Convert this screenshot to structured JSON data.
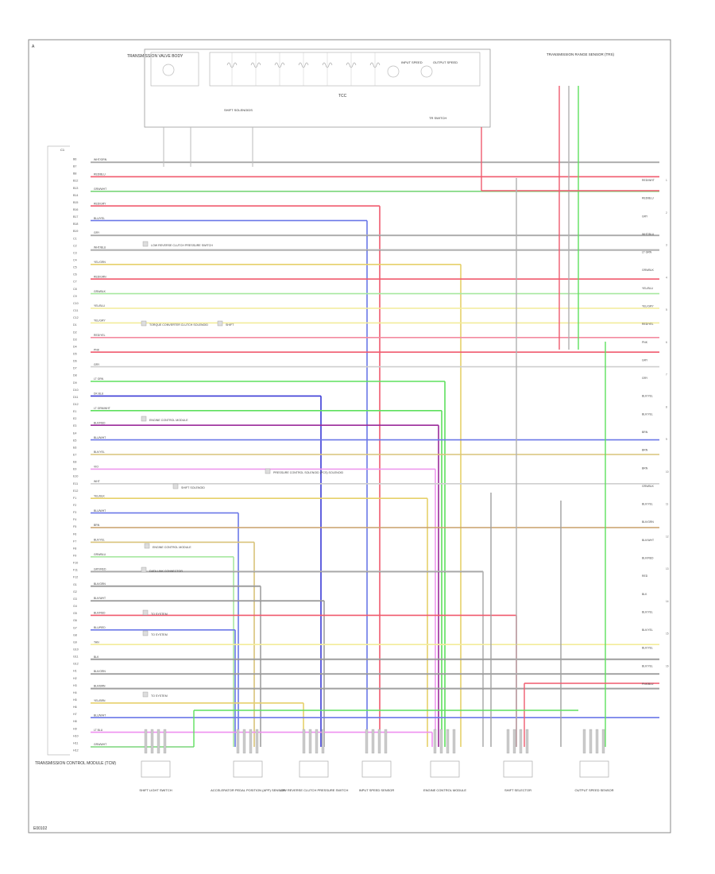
{
  "frame": {
    "id_label": "A"
  },
  "tcm_title": "TRANSMISSION CONTROL MODULE (TCM)",
  "tcm_harness_code": "C1",
  "tcm_left_pins": [
    "B6",
    "B7",
    "B8",
    "B12",
    "B13",
    "B14",
    "B15",
    "B16",
    "B17",
    "B18",
    "B19",
    "C1",
    "C2",
    "C3",
    "C4",
    "C5",
    "C6",
    "C7",
    "C8",
    "C9",
    "C10",
    "C11",
    "C12",
    "D1",
    "D2",
    "D3",
    "D4",
    "D5",
    "D6",
    "D7",
    "D8",
    "D9",
    "D10",
    "D11",
    "D12",
    "E1",
    "E2",
    "E3",
    "E4",
    "E5",
    "E6",
    "E7",
    "E8",
    "E9",
    "E10",
    "E11",
    "E12",
    "F1",
    "F2",
    "F3",
    "F4",
    "F5",
    "F6",
    "F7",
    "F8",
    "F9",
    "F10",
    "F11",
    "F12",
    "G1",
    "G2",
    "G3",
    "G4",
    "G5",
    "G6",
    "G7",
    "G8",
    "G9",
    "G10",
    "G11",
    "G12",
    "H1",
    "H2",
    "H3",
    "H4",
    "H5",
    "H6",
    "H7",
    "H8",
    "H9",
    "H10",
    "H11",
    "H12"
  ],
  "top_module": {
    "title": "TRANSMISSION VALVE BODY",
    "inner_label": "TCC",
    "switch_label": "SHIFT SOLENOIDS",
    "right_label": "TR SWITCH",
    "sensor_labels": [
      "INPUT SPEED",
      "OUTPUT SPEED"
    ]
  },
  "top_right_connector": {
    "title": "TRANSMISSION RANGE SENSOR (TRS)"
  },
  "inline_labels": [
    {
      "text": "LOW REVERSE CLUTCH PRESSURE SWITCH"
    },
    {
      "text": "TORQUE CONVERTER CLUTCH SOLENOID"
    },
    {
      "text": "SHIFT"
    },
    {
      "text": "ENGINE CONTROL MODULE"
    },
    {
      "text": "PRESSURE CONTROL SOLENOID (PCS) SOLENOID"
    },
    {
      "text": "SHIFT SOLENOID"
    },
    {
      "text": "ENGINE CONTROL MODULE"
    },
    {
      "text": "DATA LINK CONNECTOR"
    },
    {
      "text": "TO SYSTEM"
    },
    {
      "text": "TO SYSTEM"
    },
    {
      "text": "TO SYSTEM"
    }
  ],
  "wires": [
    {
      "label": "WHT/GRN",
      "color": "#b0b0b0"
    },
    {
      "label": "RED/BLU",
      "color": "#f05a6e"
    },
    {
      "label": "GRN/WHT",
      "color": "#7ad67a"
    },
    {
      "label": "RED/GRY",
      "color": "#f05a6e"
    },
    {
      "label": "BLU/YEL",
      "color": "#6b78e8"
    },
    {
      "label": "GRY",
      "color": "#b0b0b0"
    },
    {
      "label": "WHT/BLU",
      "color": "#b0b0b0"
    },
    {
      "label": "YEL/GRN",
      "color": "#e6d06a"
    },
    {
      "label": "RED/GRN",
      "color": "#f05a6e"
    },
    {
      "label": "GRN/BLK",
      "color": "#a8e8a0"
    },
    {
      "label": "YEL/BLU",
      "color": "#f3ec9a"
    },
    {
      "label": "YEL/GRY",
      "color": "#f3ec9a"
    },
    {
      "label": "RED/YEL",
      "color": "#f38ba0"
    },
    {
      "label": "PNK",
      "color": "#f05a6e"
    },
    {
      "label": "GRY",
      "color": "#cfcfcf"
    },
    {
      "label": "LT GRN",
      "color": "#5ee05e"
    },
    {
      "label": "DK BLU",
      "color": "#3b3bd6"
    },
    {
      "label": "LT GRN/WHT",
      "color": "#5ee05e"
    },
    {
      "label": "BLK/RED",
      "color": "#9a2a9a"
    },
    {
      "label": "BLU/WHT",
      "color": "#6b78e8"
    },
    {
      "label": "BLK/YEL",
      "color": "#d9c37a"
    },
    {
      "label": "VIO",
      "color": "#ee99ee"
    },
    {
      "label": "WHT",
      "color": "#cfcfcf"
    },
    {
      "label": "YEL/BLK",
      "color": "#e6d06a"
    },
    {
      "label": "BLU/WHT",
      "color": "#6b78e8"
    },
    {
      "label": "BRN",
      "color": "#c9a06a"
    },
    {
      "label": "BLK/YEL",
      "color": "#d9c37a"
    },
    {
      "label": "GRN/BLU",
      "color": "#a8e8a0"
    },
    {
      "label": "GRY/RED",
      "color": "#b0b0b0"
    },
    {
      "label": "BLK/GRN",
      "color": "#a0a0a0"
    },
    {
      "label": "BLK/WHT",
      "color": "#a0a0a0"
    },
    {
      "label": "BLK/RED",
      "color": "#f05a6e"
    },
    {
      "label": "BLU/RED",
      "color": "#6b78e8"
    },
    {
      "label": "TAN",
      "color": "#f3ec9a"
    },
    {
      "label": "BLK",
      "color": "#a0a0a0"
    },
    {
      "label": "BLK/ORN",
      "color": "#a0a0a0"
    },
    {
      "label": "BLK/BRN",
      "color": "#a0a0a0"
    },
    {
      "label": "YEL/BRN",
      "color": "#e6d06a"
    },
    {
      "label": "BLU/WHT",
      "color": "#6b78e8"
    },
    {
      "label": "LT BLU",
      "color": "#ef8ff0"
    },
    {
      "label": "GRN/WHT",
      "color": "#7ad67a"
    }
  ],
  "right_labels": [
    "RED/WHT",
    "RED/BLU",
    "GRY",
    "WHT/BLU",
    "LT GRN",
    "GRN/BLK",
    "YEL/BLU",
    "YEL/GRY",
    "RED/YEL",
    "PNK",
    "GRY",
    "GRY",
    "BLK/YEL",
    "BLK/YEL",
    "BRN",
    "BRN",
    "BRN",
    "GRN/BLK",
    "BLK/YEL",
    "BLK/GRN",
    "BLK/WHT",
    "BLK/RED",
    "RED",
    "BLK",
    "BLK/YEL",
    "BLK/YEL",
    "BLK/YEL",
    "BLK/YEL",
    "PNK/BLU"
  ],
  "right_pin_numbers": [
    "1",
    "2",
    "3",
    "4",
    "5",
    "6",
    "7",
    "8",
    "9",
    "10",
    "11",
    "12",
    "13",
    "14",
    "15",
    "16"
  ],
  "bottom_components": [
    {
      "name": "SHIFT LIGHT SWITCH"
    },
    {
      "name": "ACCELERATOR PEDAL POSITION (APP) SENSOR"
    },
    {
      "name": "LOW REVERSE CLUTCH PRESSURE SWITCH"
    },
    {
      "name": "INPUT SPEED SENSOR"
    },
    {
      "name": "ENGINE CONTROL MODULE"
    },
    {
      "name": "SHIFT SELECTOR"
    },
    {
      "name": "OUTPUT SPEED SENSOR"
    }
  ],
  "footer_code": "E00102"
}
